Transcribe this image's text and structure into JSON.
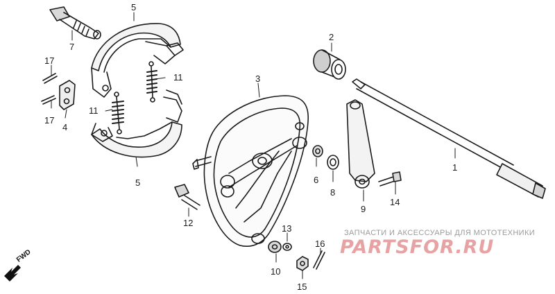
{
  "callouts": {
    "p1": "1",
    "p2": "2",
    "p3": "3",
    "p4": "4",
    "p5a": "5",
    "p5b": "5",
    "p6": "6",
    "p7": "7",
    "p8": "8",
    "p9": "9",
    "p10": "10",
    "p11a": "11",
    "p11b": "11",
    "p12": "12",
    "p13": "13",
    "p14": "14",
    "p15": "15",
    "p16": "16",
    "p17a": "17",
    "p17b": "17"
  },
  "direction_label": "FWD",
  "watermark": {
    "caption": "ЗАПЧАСТИ И АКСЕССУАРЫ ДЛЯ МОТОТЕХНИКИ",
    "brand": "PARTSFOR.RU"
  },
  "colors": {
    "line": "#1a1a1a",
    "watermark_text": "#e7a3a3",
    "caption_text": "#9a9a9a"
  }
}
